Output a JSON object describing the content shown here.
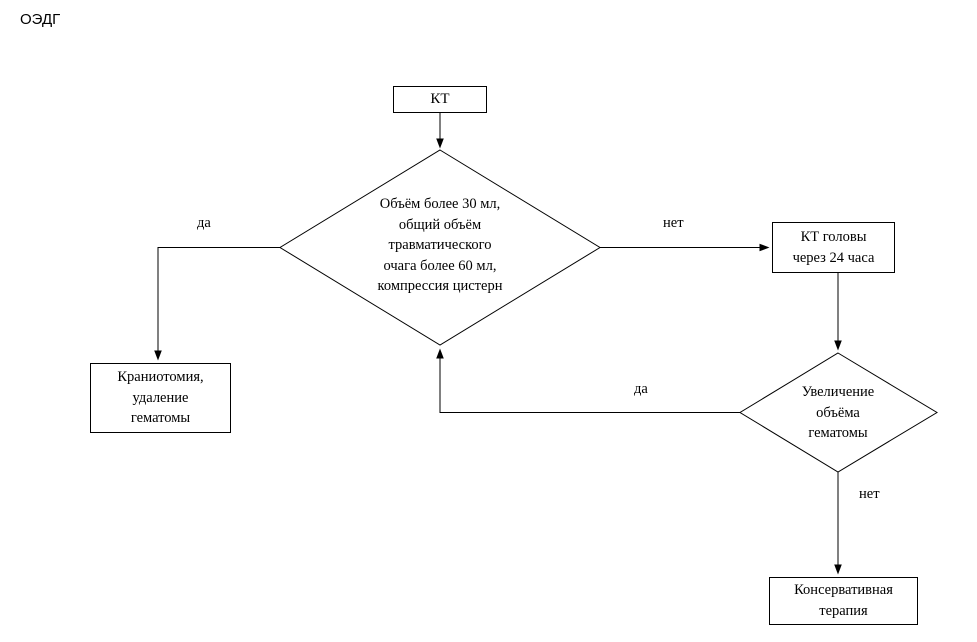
{
  "page": {
    "title": "ОЭДГ"
  },
  "colors": {
    "line": "#000000",
    "background": "#ffffff",
    "text": "#000000"
  },
  "nodes": {
    "ct": {
      "label": "КТ"
    },
    "decision_volume": {
      "lines": [
        "Объём более 30 мл,",
        "общий объём",
        "травматического",
        "очага более 60 мл,",
        "компрессия цистерн"
      ]
    },
    "craniotomy": {
      "lines": [
        "Краниотомия,",
        "удаление",
        "гематомы"
      ]
    },
    "ct_head_24h": {
      "lines": [
        "КТ головы",
        "через 24 часа"
      ]
    },
    "decision_hematoma_growth": {
      "lines": [
        "Увеличение",
        "объёма",
        "гематомы"
      ]
    },
    "conservative_therapy": {
      "lines": [
        "Консервативная",
        "терапия"
      ]
    }
  },
  "edge_labels": {
    "yes_left": "да",
    "no_right": "нет",
    "yes_feedback": "да",
    "no_down": "нет"
  }
}
